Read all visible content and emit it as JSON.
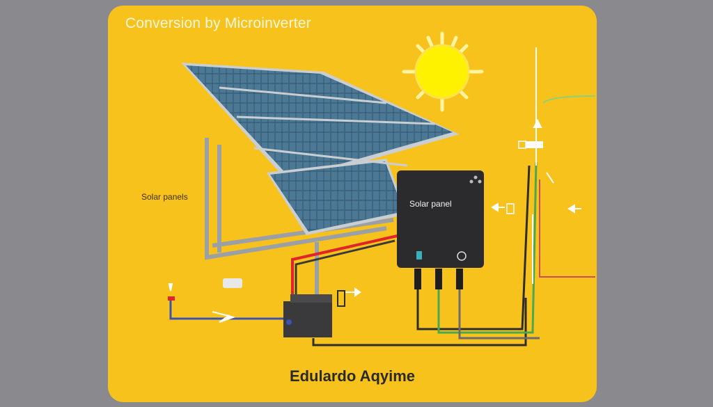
{
  "diagram": {
    "title": "Conversion by Microinverter",
    "labels": {
      "solar_panels": "Solar panels",
      "solar_panel": "Solar panel"
    },
    "author": "Edulardo Aqyime"
  },
  "colors": {
    "background": "#8a8a8e",
    "card": "#f8c21c",
    "sun": "#fff200",
    "panel_cell": "#3f6680",
    "inverter": "#2b2b2d",
    "wire_red": "#e0242a",
    "wire_blue": "#3a55b0"
  }
}
